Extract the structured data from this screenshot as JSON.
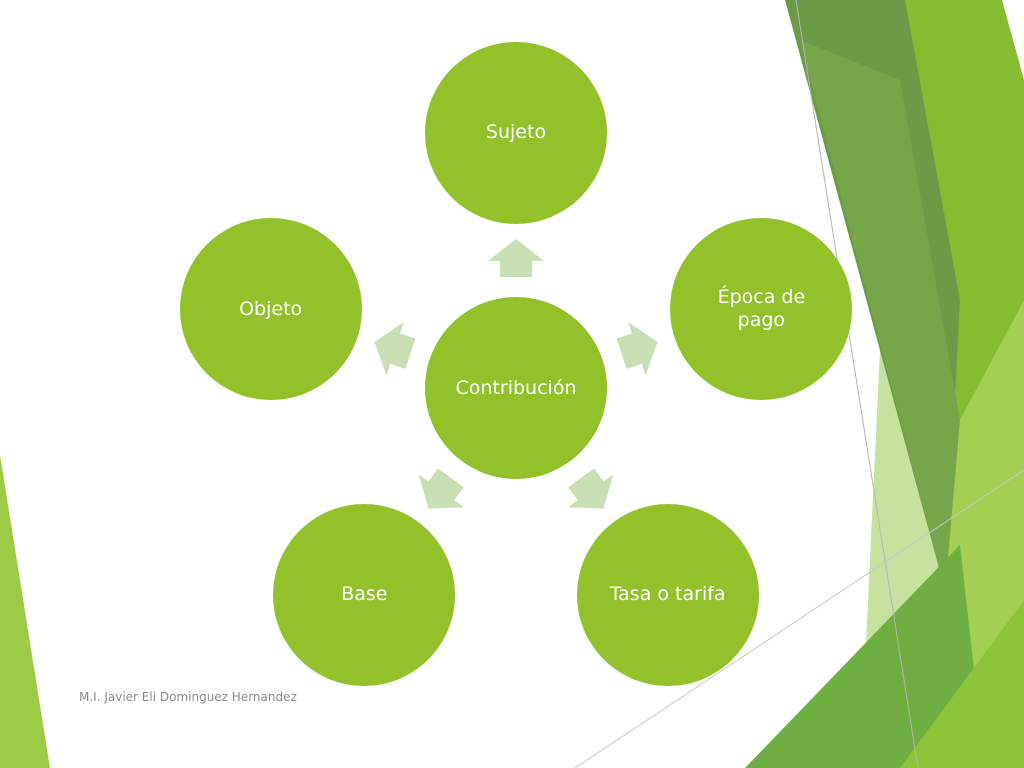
{
  "diagram": {
    "center": {
      "label": "Contribución"
    },
    "nodes": [
      {
        "id": "sujeto",
        "label": "Sujeto"
      },
      {
        "id": "epoca-de-pago",
        "label": "Época de\npago"
      },
      {
        "id": "tasa-o-tarifa",
        "label": "Tasa o tarifa"
      },
      {
        "id": "base",
        "label": "Base"
      },
      {
        "id": "objeto",
        "label": "Objeto"
      }
    ]
  },
  "footer": {
    "author": "M.I. Javier Eli Dominguez Hernandez"
  },
  "colors": {
    "node_fill": "#92c12a",
    "node_text": "#ffffff",
    "arrow_fill": "#c8dfb4",
    "footer_text": "#8a8a8a",
    "deco_dark": "#6b9b46",
    "deco_mid": "#84bd2f",
    "deco_light": "#a3cf52",
    "deco_pale": "#d9ebc1"
  }
}
